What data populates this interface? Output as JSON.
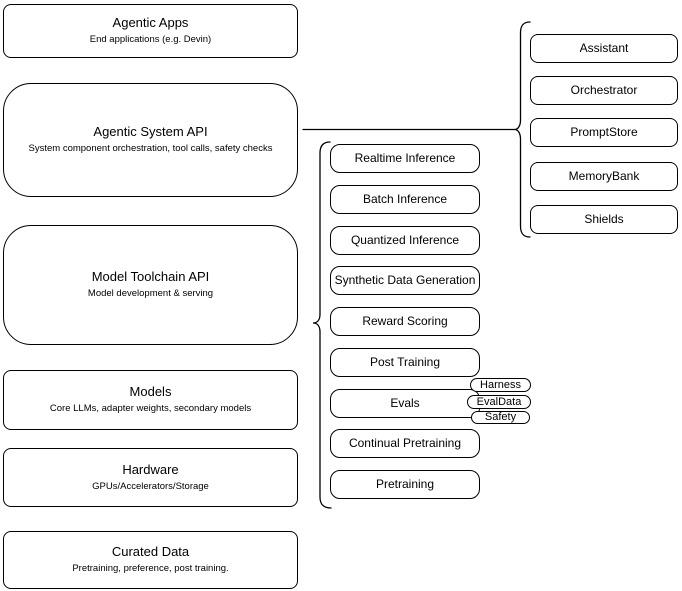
{
  "diagram": {
    "left_column": {
      "boxes": [
        {
          "title": "Agentic Apps",
          "subtitle": "End applications (e.g. Devin)"
        },
        {
          "title": "Agentic System API",
          "subtitle": "System component orchestration, tool calls, safety checks"
        },
        {
          "title": "Model Toolchain API",
          "subtitle": "Model development & serving"
        },
        {
          "title": "Models",
          "subtitle": "Core LLMs, adapter weights, secondary models"
        },
        {
          "title": "Hardware",
          "subtitle": "GPUs/Accelerators/Storage"
        },
        {
          "title": "Curated Data",
          "subtitle": "Pretraining, preference, post training."
        }
      ]
    },
    "toolchain_items": [
      {
        "label": "Realtime Inference"
      },
      {
        "label": "Batch Inference"
      },
      {
        "label": "Quantized Inference"
      },
      {
        "label": "Synthetic Data Generation"
      },
      {
        "label": "Reward Scoring"
      },
      {
        "label": "Post Training"
      },
      {
        "label": "Evals"
      },
      {
        "label": "Continual Pretraining"
      },
      {
        "label": "Pretraining"
      }
    ],
    "system_components": [
      {
        "label": "Assistant"
      },
      {
        "label": "Orchestrator"
      },
      {
        "label": "PromptStore"
      },
      {
        "label": "MemoryBank"
      },
      {
        "label": "Shields"
      }
    ],
    "evals_tags": [
      {
        "label": "Harness"
      },
      {
        "label": "EvalData"
      },
      {
        "label": "Safety"
      }
    ],
    "colors": {
      "stroke": "#000000",
      "background": "#ffffff",
      "text": "#000000"
    }
  }
}
